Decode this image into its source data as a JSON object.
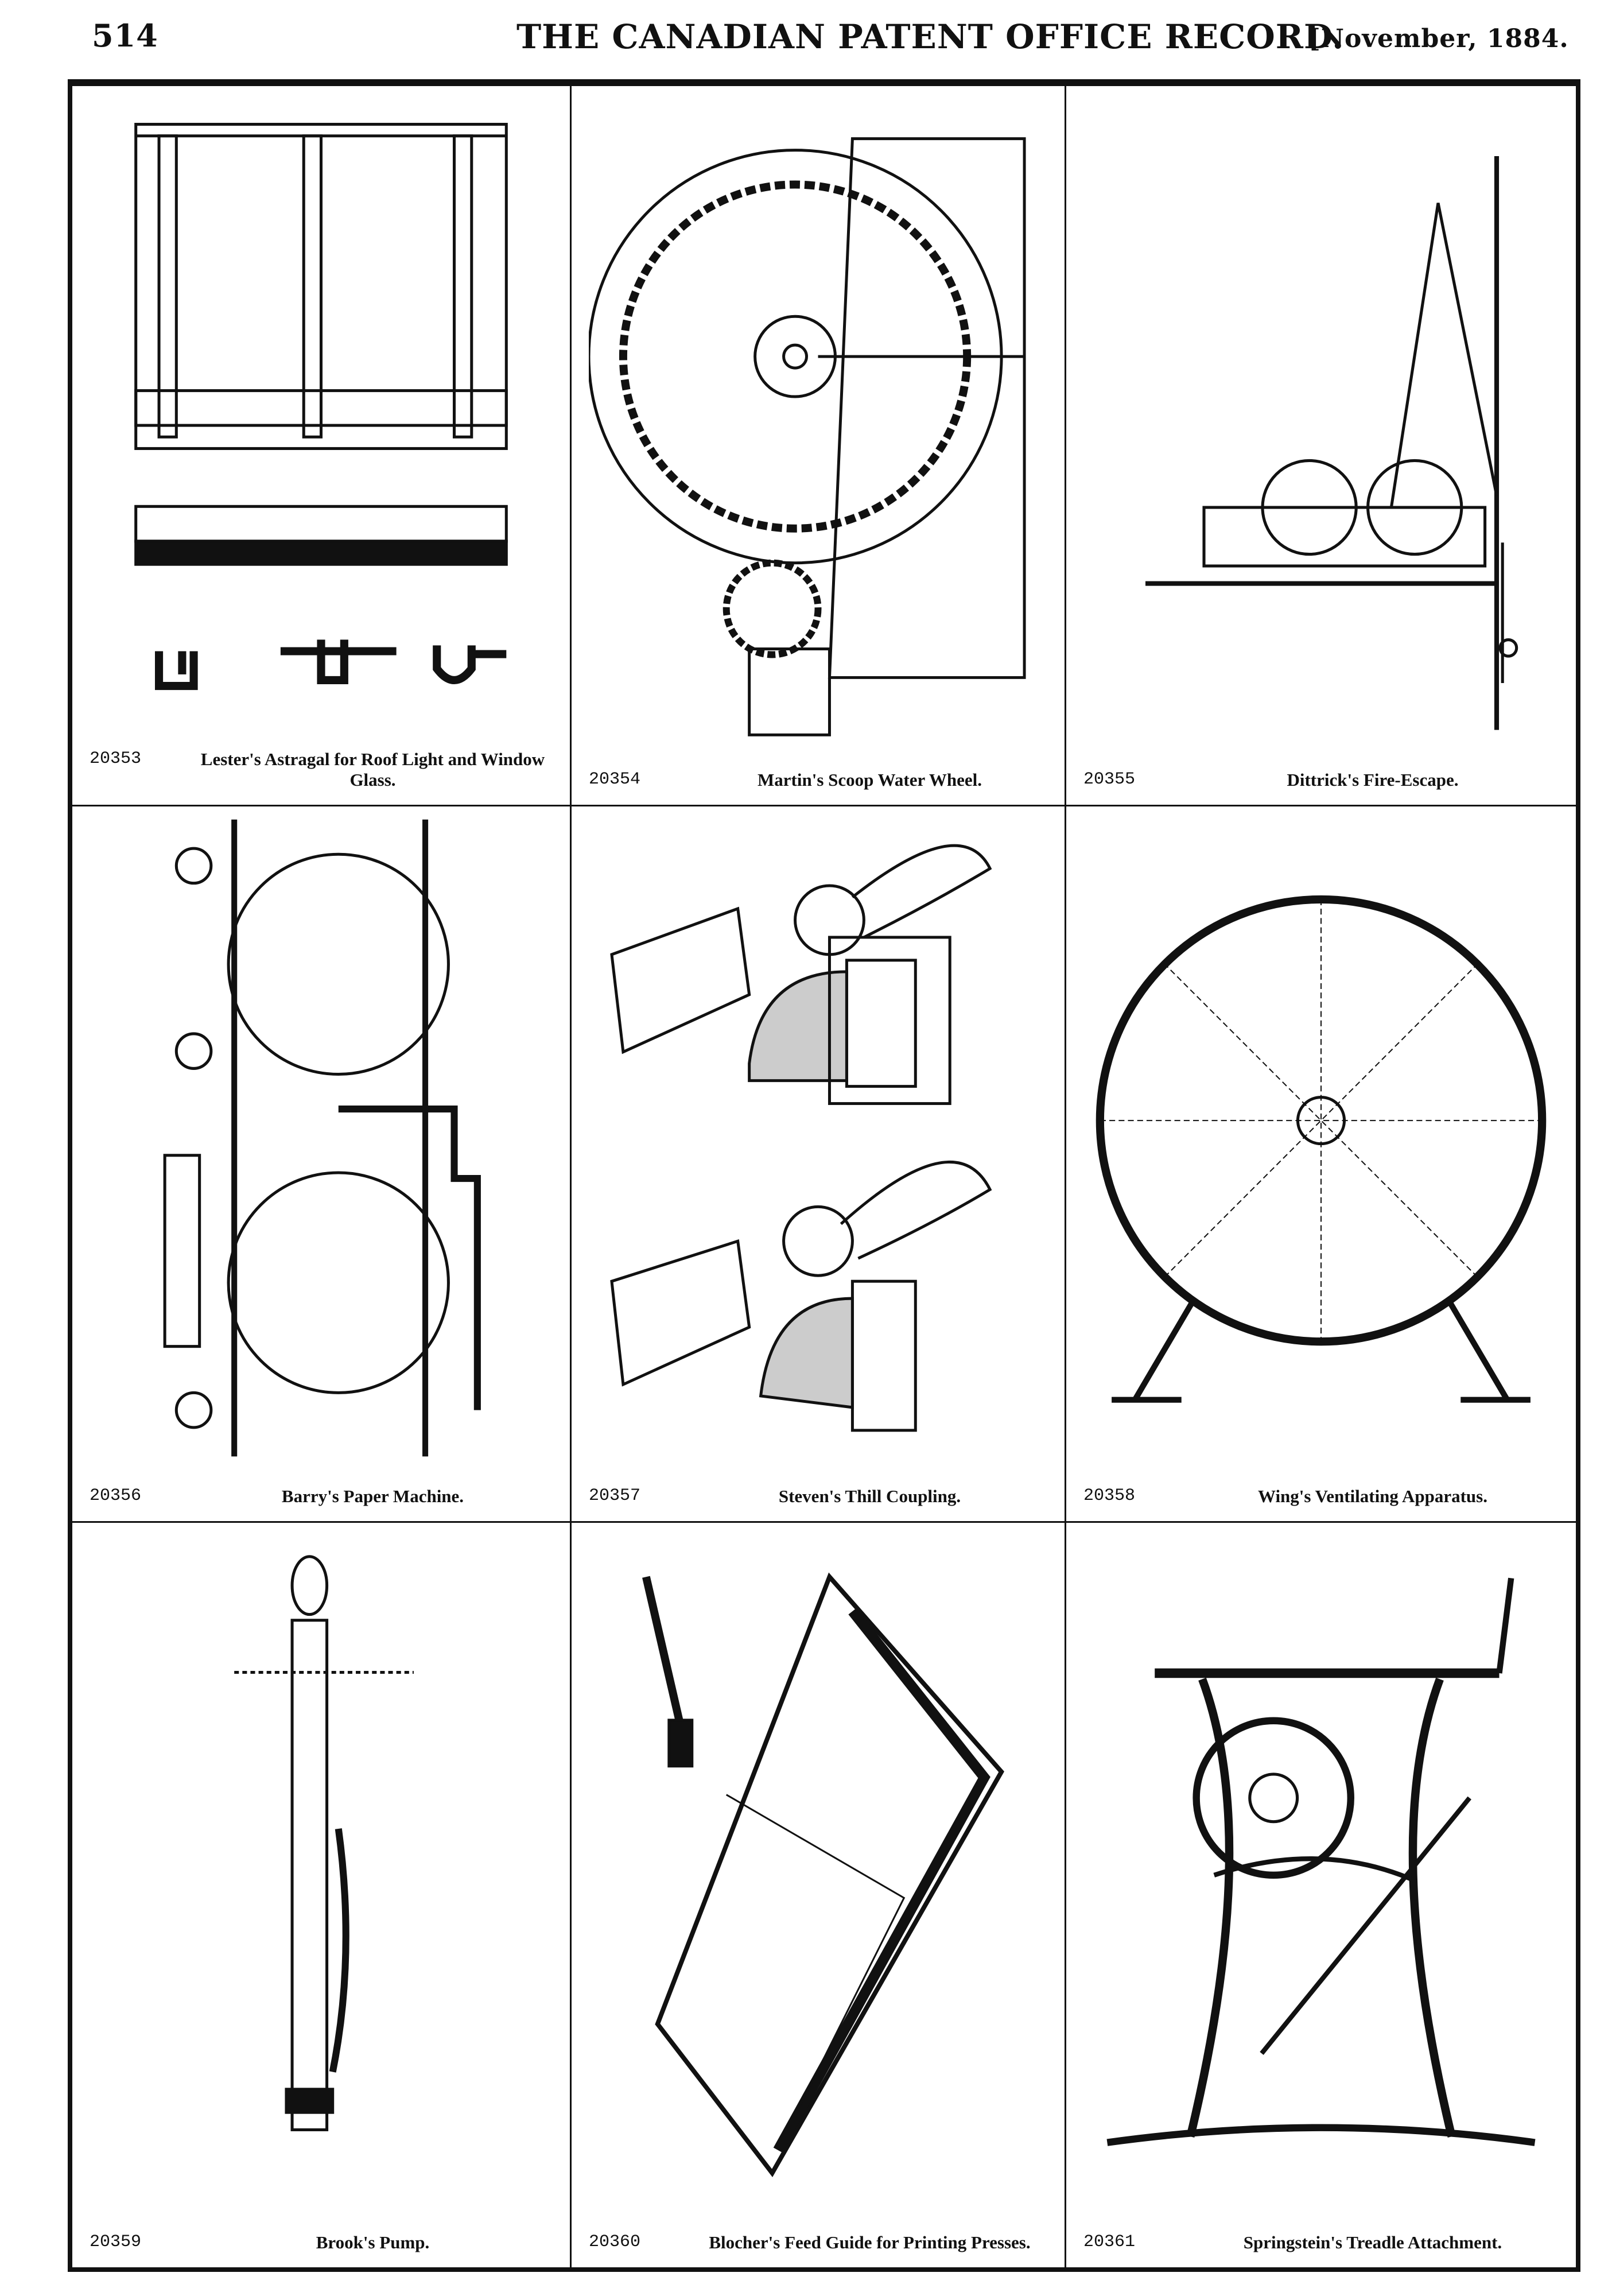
{
  "header": {
    "page_number": "514",
    "title": "THE CANADIAN PATENT OFFICE RECORD.",
    "date": "[November, 1884."
  },
  "patents": [
    {
      "number": "20353",
      "title": "Lester's Astragal for Roof Light and Window Glass."
    },
    {
      "number": "20354",
      "title": "Martin's Scoop Water Wheel."
    },
    {
      "number": "20355",
      "title": "Dittrick's Fire-Escape."
    },
    {
      "number": "20356",
      "title": "Barry's Paper Machine."
    },
    {
      "number": "20357",
      "title": "Steven's Thill Coupling."
    },
    {
      "number": "20358",
      "title": "Wing's Ventilating Apparatus."
    },
    {
      "number": "20359",
      "title": "Brook's Pump."
    },
    {
      "number": "20360",
      "title": "Blocher's Feed Guide for Printing Presses."
    },
    {
      "number": "20361",
      "title": "Springstein's Treadle Attachment."
    }
  ]
}
